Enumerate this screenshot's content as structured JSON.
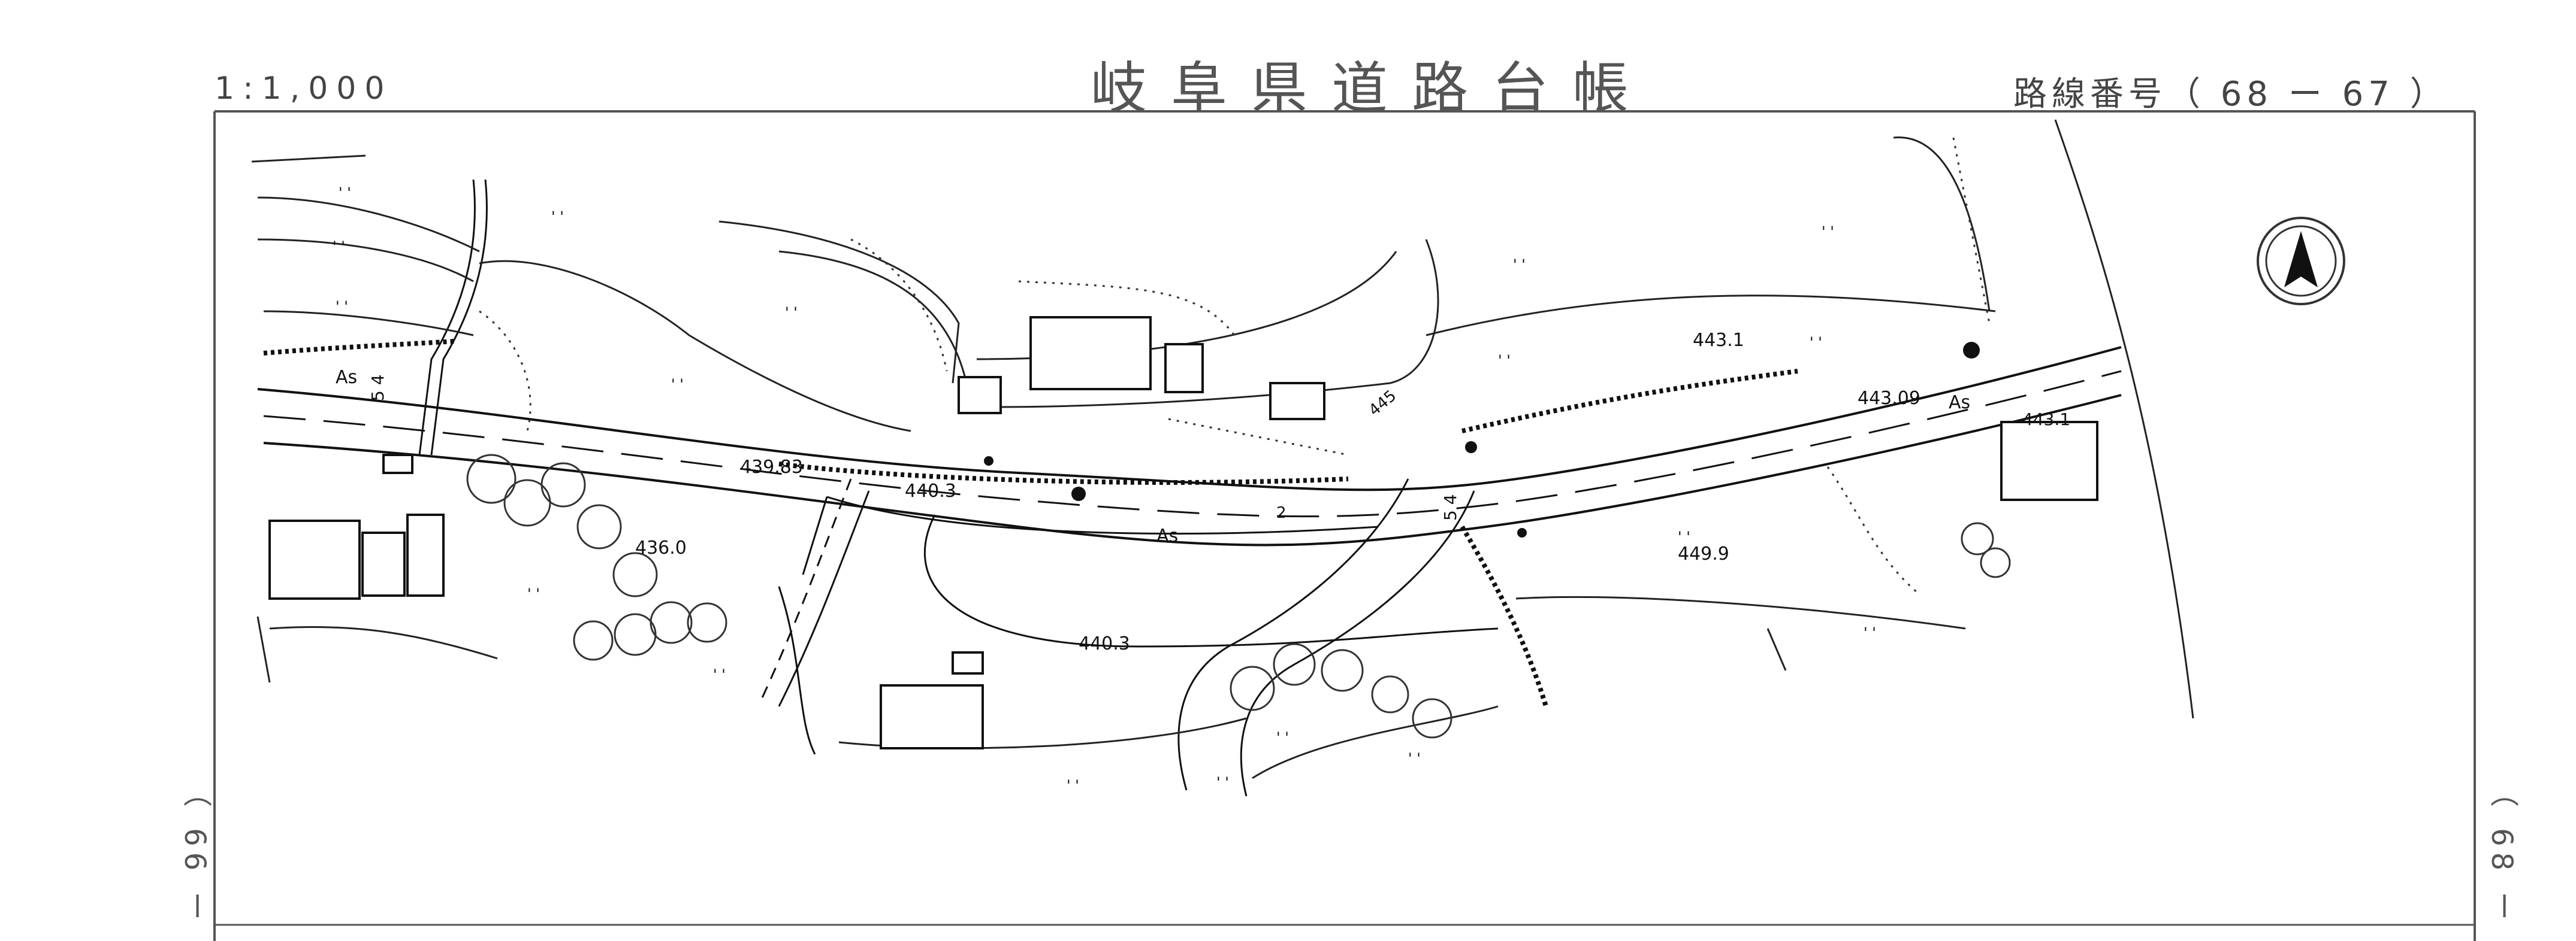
{
  "header": {
    "scale": "1:1,000",
    "title": "岐阜県道路台帳",
    "route": "路線番号（ 68 ー 67 ）"
  },
  "side_labels": {
    "left": "（ 66 ー",
    "right": "（ 68 ー"
  },
  "map": {
    "north_arrow": "north-arrow-icon",
    "road_labels": {
      "as_1": "As",
      "as_2": "As",
      "as_3": "As",
      "num_54_a": "5 4",
      "num_54_b": "5 4",
      "num_2": "2"
    },
    "elevations": {
      "e1": "439.83",
      "e2": "440.3",
      "e3": "436.0",
      "e4": "440.3",
      "e5": "443.1",
      "e6": "443.09",
      "e7": "443.1",
      "e8": "449.9",
      "e9": "445"
    }
  }
}
